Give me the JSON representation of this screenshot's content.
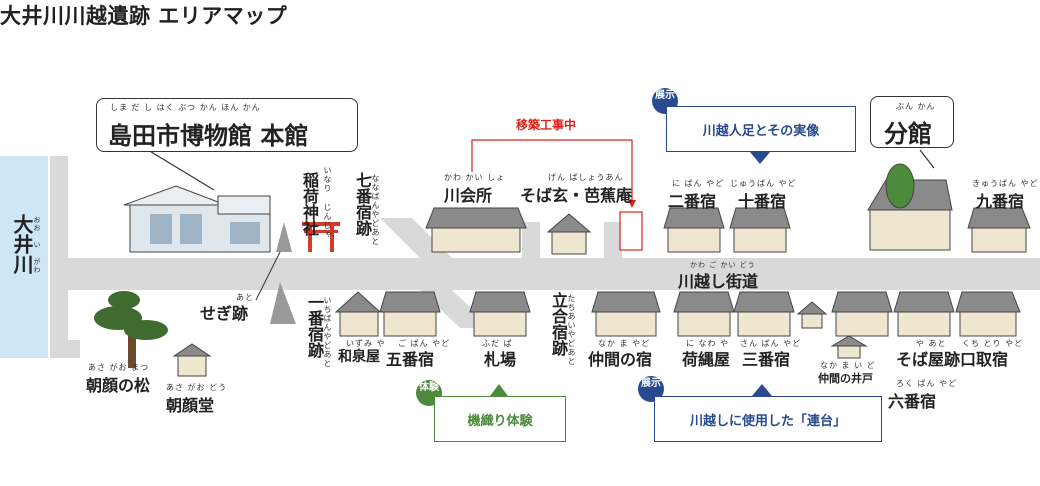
{
  "title": "大井川川越遺跡 エリアマップ",
  "museum": {
    "name": "島田市博物館 本館",
    "furigana": "しま だ し はく ぶつ かん ほん かん"
  },
  "annex": {
    "name": "分館",
    "furigana": "ぶん かん"
  },
  "river": {
    "name": "大井川",
    "furigana": "おお い がわ"
  },
  "street": {
    "name": "川越し街道",
    "furigana": "かわ ご かい どう"
  },
  "construction": "移築工事中",
  "exhibit_tag": "展示",
  "experience_tag": "体験",
  "callouts": {
    "statue": "川越人足とその実像",
    "rendai": "川越しに使用した「連台」",
    "weaving": "機織り体験"
  },
  "north_places": {
    "inari": {
      "name": "稲荷神社",
      "furigana": "いなり じんじゃ"
    },
    "nanaban": {
      "name": "七番宿跡",
      "furigana": "ななばんやどあと"
    },
    "kawakaisho": {
      "name": "川会所",
      "furigana": "かわ かい しょ"
    },
    "soba": {
      "name": "そば玄・芭蕉庵",
      "furigana": "げん ばしょうあん"
    },
    "niban": {
      "name": "二番宿",
      "furigana": "に ばん やど"
    },
    "juban": {
      "name": "十番宿",
      "furigana": "じゅうばん やど"
    },
    "kyuban": {
      "name": "九番宿",
      "furigana": "きゅうばん やど"
    }
  },
  "south_places": {
    "asagao_matsu": {
      "name": "朝顔の松",
      "furigana": "あさ がお まつ"
    },
    "asagao_do": {
      "name": "朝顔堂",
      "furigana": "あさ がお どう"
    },
    "segi": {
      "name": "せぎ跡",
      "furigana": "あと"
    },
    "ichiban": {
      "name": "一番宿跡",
      "furigana": "いちばんやどあと"
    },
    "izumiya": {
      "name": "和泉屋",
      "furigana": "いずみ や"
    },
    "goban": {
      "name": "五番宿",
      "furigana": "ご ばん やど"
    },
    "fudaba": {
      "name": "札場",
      "furigana": "ふだ ば"
    },
    "tachiai": {
      "name": "立合宿跡",
      "furigana": "たちあいやどあと"
    },
    "nakama": {
      "name": "仲間の宿",
      "furigana": "なか ま やど"
    },
    "ninawa": {
      "name": "荷縄屋",
      "furigana": "に なわ や"
    },
    "sanban": {
      "name": "三番宿",
      "furigana": "さん ばん やど"
    },
    "well": {
      "name": "仲間の井戸",
      "furigana": "なか ま い ど"
    },
    "sobaya": {
      "name": "そば屋跡",
      "furigana": "や あと"
    },
    "kuchitori": {
      "name": "口取宿",
      "furigana": "くち とり やど"
    },
    "rokuban": {
      "name": "六番宿",
      "furigana": "ろく ばん やど"
    }
  },
  "colors": {
    "exhibit": "#274b8e",
    "experience": "#4e8a3c",
    "river": "#cfe6f6",
    "road": "#d9d9d9",
    "construction": "#e0211a"
  }
}
